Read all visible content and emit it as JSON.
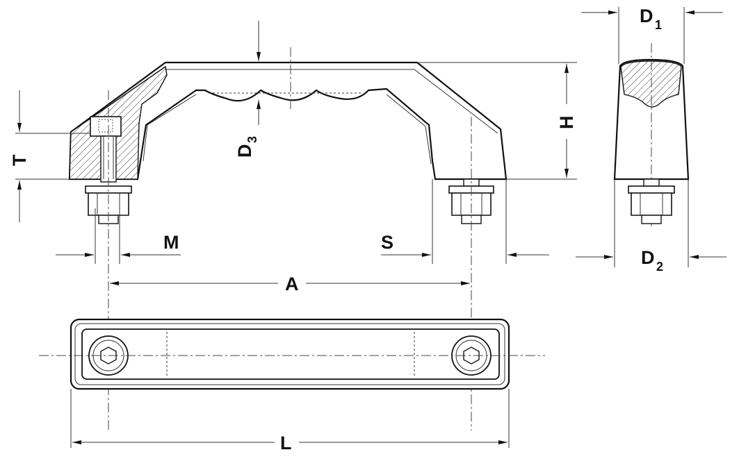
{
  "labels": {
    "A": "A",
    "L": "L",
    "H": "H",
    "T": "T",
    "M": "M",
    "S": "S",
    "D1_main": "D",
    "D1_sub": "1",
    "D2_main": "D",
    "D2_sub": "2",
    "D3_main": "D",
    "D3_sub": "3"
  }
}
